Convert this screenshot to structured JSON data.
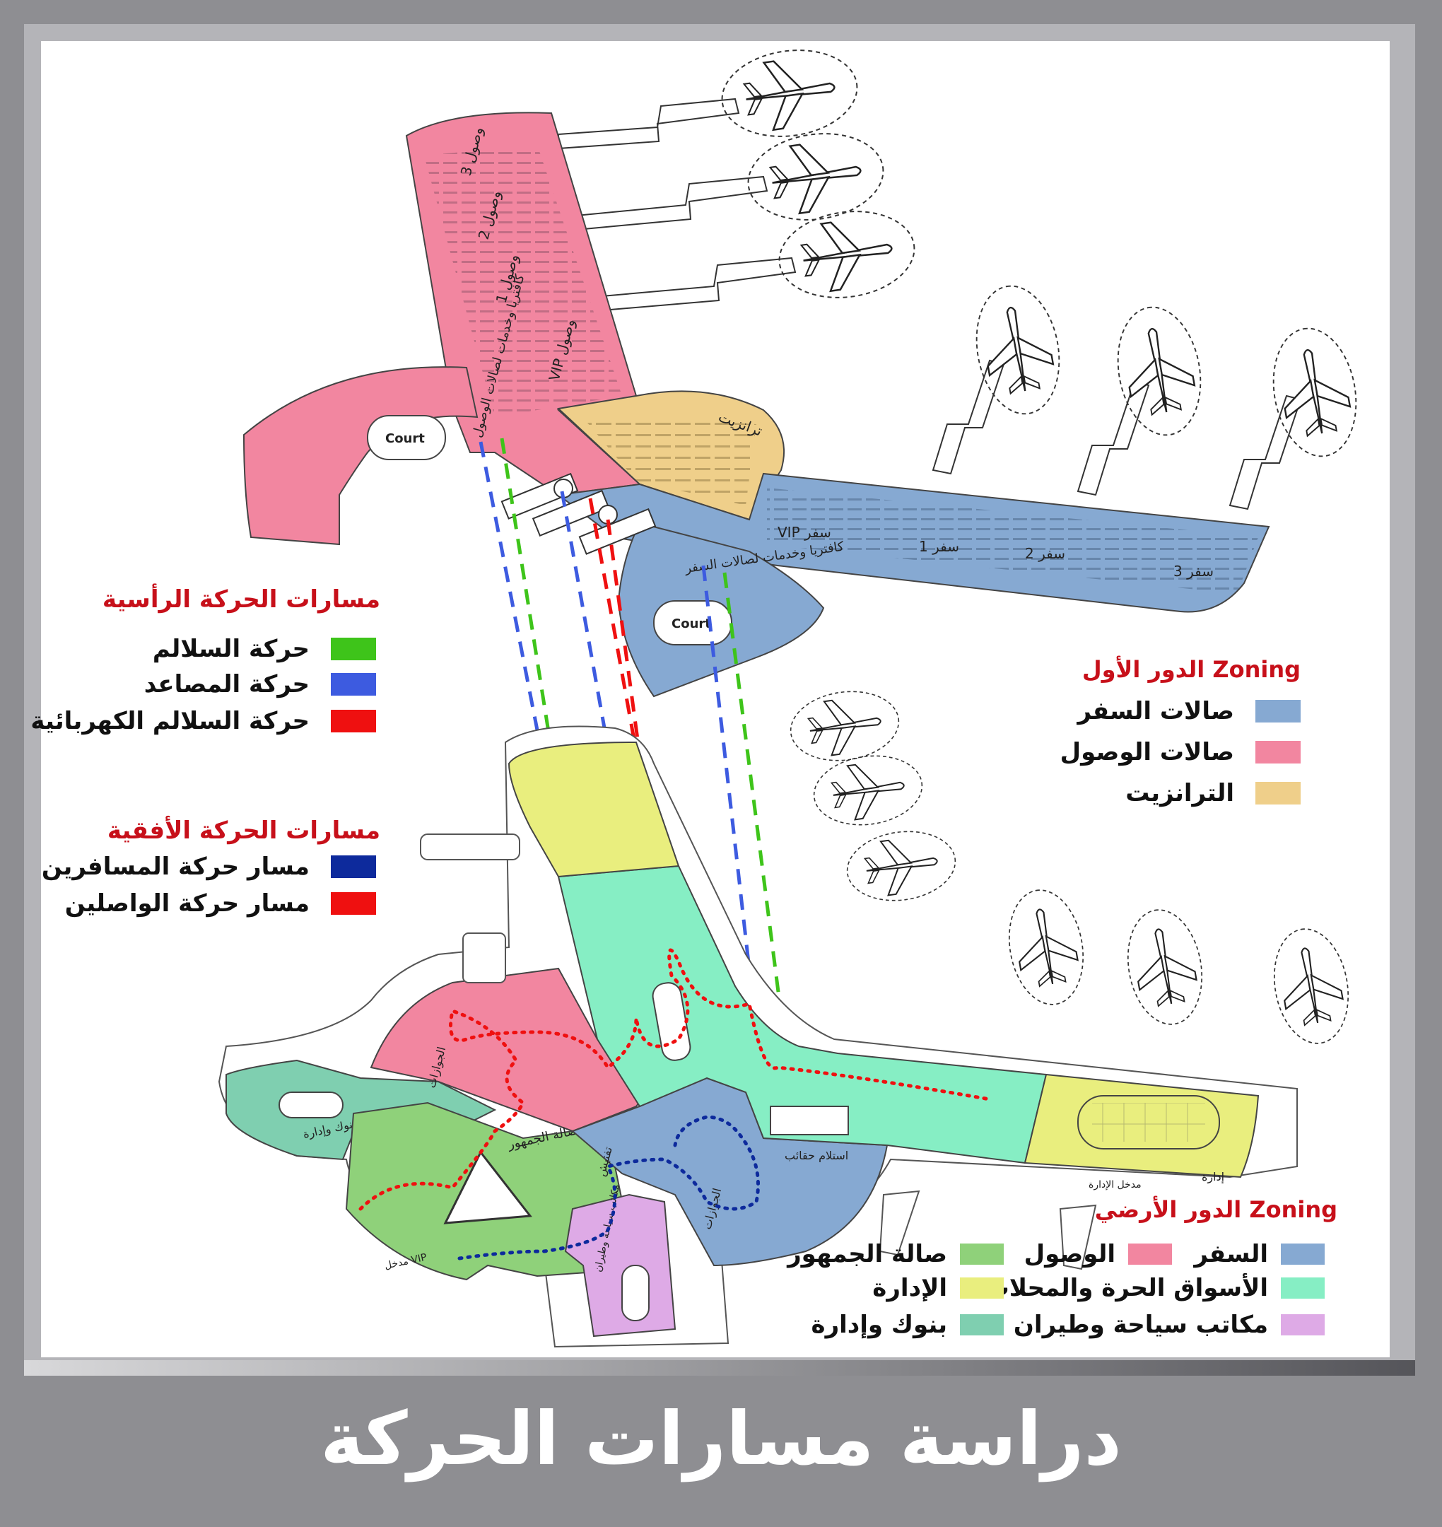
{
  "title": "دراسة مسارات الحركة",
  "vertical_legend": {
    "title": "مسارات الحركة الرأسية",
    "items": [
      {
        "label": "حركة السلالم",
        "color": "#3ec41a"
      },
      {
        "label": "حركة المصاعد",
        "color": "#3d5be0"
      },
      {
        "label": "حركة السلالم الكهربائية",
        "color": "#ef1010"
      }
    ]
  },
  "horizontal_legend": {
    "title": "مسارات الحركة الأفقية",
    "items": [
      {
        "label": "مسار حركة المسافرين",
        "color": "#0d2a9c"
      },
      {
        "label": "مسار حركة الواصلين",
        "color": "#ef1010"
      }
    ]
  },
  "first_floor_legend": {
    "title": "Zoning الدور الأول",
    "items": [
      {
        "label": "صالات السفر",
        "color": "#86a9d2"
      },
      {
        "label": "صالات الوصول",
        "color": "#f286a0"
      },
      {
        "label": "الترانزيت",
        "color": "#efcf8a"
      }
    ]
  },
  "ground_floor_legend": {
    "title": "Zoning الدور الأرضي",
    "items": [
      {
        "label": "السفر",
        "color": "#86a9d2"
      },
      {
        "label": "الوصول",
        "color": "#f286a0"
      },
      {
        "label": "صالة الجمهور",
        "color": "#8fd17a"
      },
      {
        "label": "الأسواق الحرة والمحلات",
        "color": "#86eec4"
      },
      {
        "label": "الإدارة",
        "color": "#e9ee7e"
      },
      {
        "label": "مكاتب سياحة وطيران",
        "color": "#deaae6"
      },
      {
        "label": "بنوك وإدارة",
        "color": "#7fcfb0"
      }
    ]
  },
  "plan_labels": {
    "court": "Court",
    "transit": "ترانزيت",
    "gate_vip": "VIP سفر",
    "gate_1": "سفر 1",
    "gate_2": "سفر 2",
    "gate_3": "سفر 3",
    "arr_vip": "VIP وصول",
    "arr_1": "وصول 1",
    "arr_2": "وصول 2",
    "arr_3": "وصول 3",
    "cafeteria": "كافتريا وخدمات لصالات السفر",
    "arr_services": "كافتريا وخدمات لصالات الوصول",
    "passports": "الجوازات",
    "public_hall": "صالة الجمهور",
    "baggage_claim": "استلام حقائب",
    "admin": "إدارة",
    "admin_entrance": "مدخل الإدارة",
    "vip_entrance": "مدخل VIP",
    "banks_admin": "بنوك وإدارة",
    "tourism_offices": "مكاتب سياحة وطيران",
    "inspection": "تفتيش"
  }
}
